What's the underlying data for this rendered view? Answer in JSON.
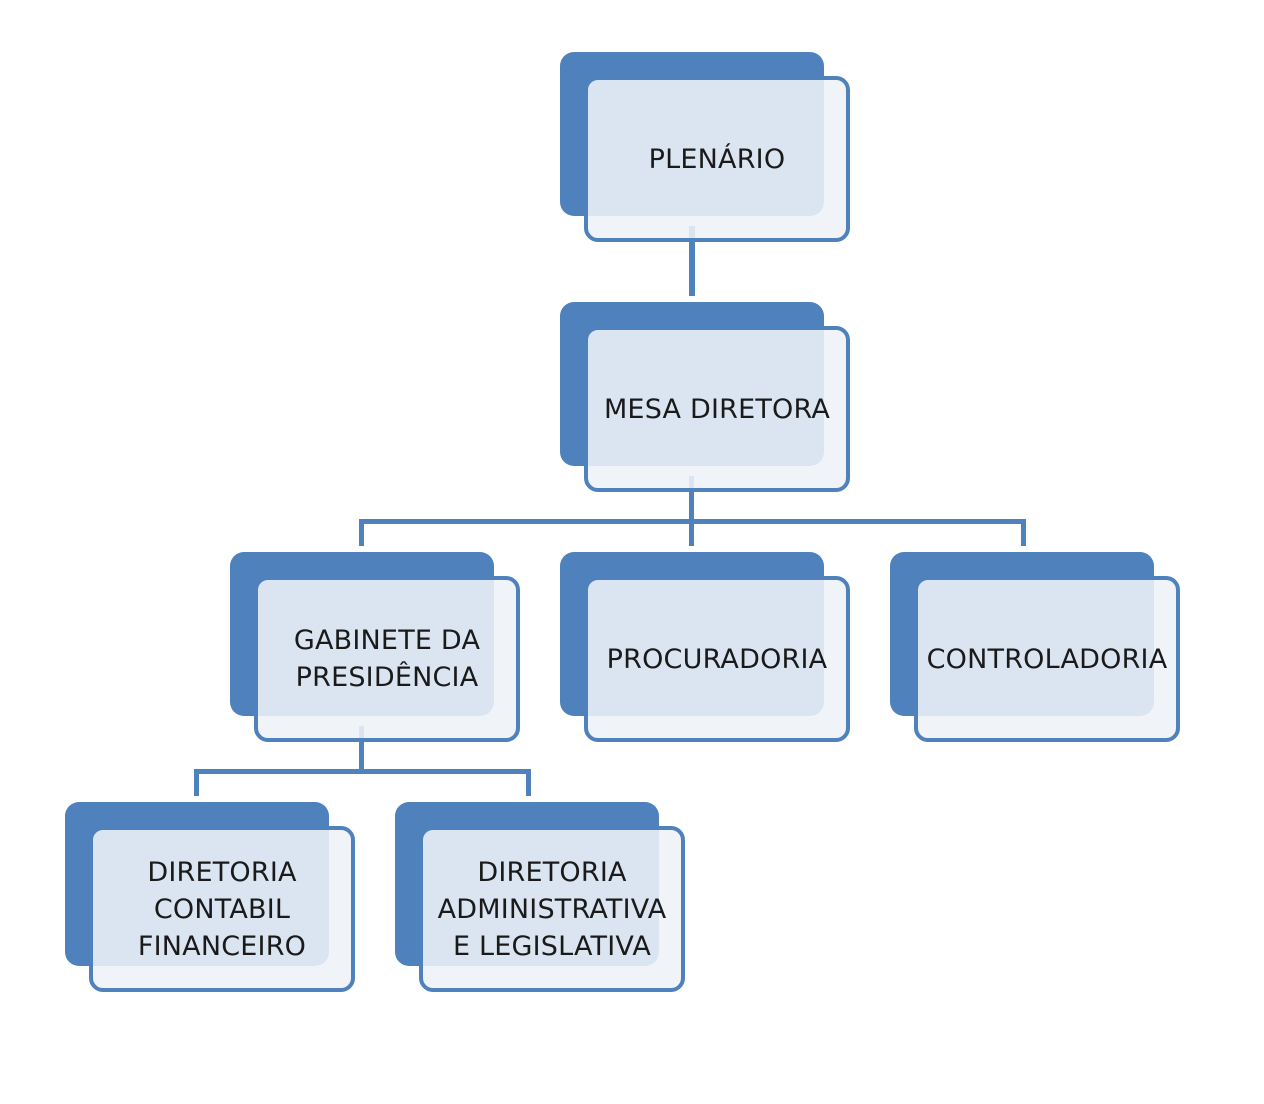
{
  "diagram": {
    "nodes": {
      "plenario": "PLENÁRIO",
      "mesa_diretora": "MESA DIRETORA",
      "gabinete": "GABINETE DA\nPRESIDÊNCIA",
      "procuradoria": "PROCURADORIA",
      "controladoria": "CONTROLADORIA",
      "diretoria_contabil": "DIRETORIA\nCONTABIL\nFINANCEIRO",
      "diretoria_administrativa": "DIRETORIA\nADMINISTRATIVA\nE LEGISLATIVA"
    },
    "edges": [
      [
        "plenario",
        "mesa_diretora"
      ],
      [
        "mesa_diretora",
        "gabinete"
      ],
      [
        "mesa_diretora",
        "procuradoria"
      ],
      [
        "mesa_diretora",
        "controladoria"
      ],
      [
        "gabinete",
        "diretoria_contabil"
      ],
      [
        "gabinete",
        "diretoria_administrativa"
      ]
    ],
    "colors": {
      "accent": "#4f81bd",
      "box_fill": "#eef2f8",
      "text": "#1a1a1a"
    }
  }
}
